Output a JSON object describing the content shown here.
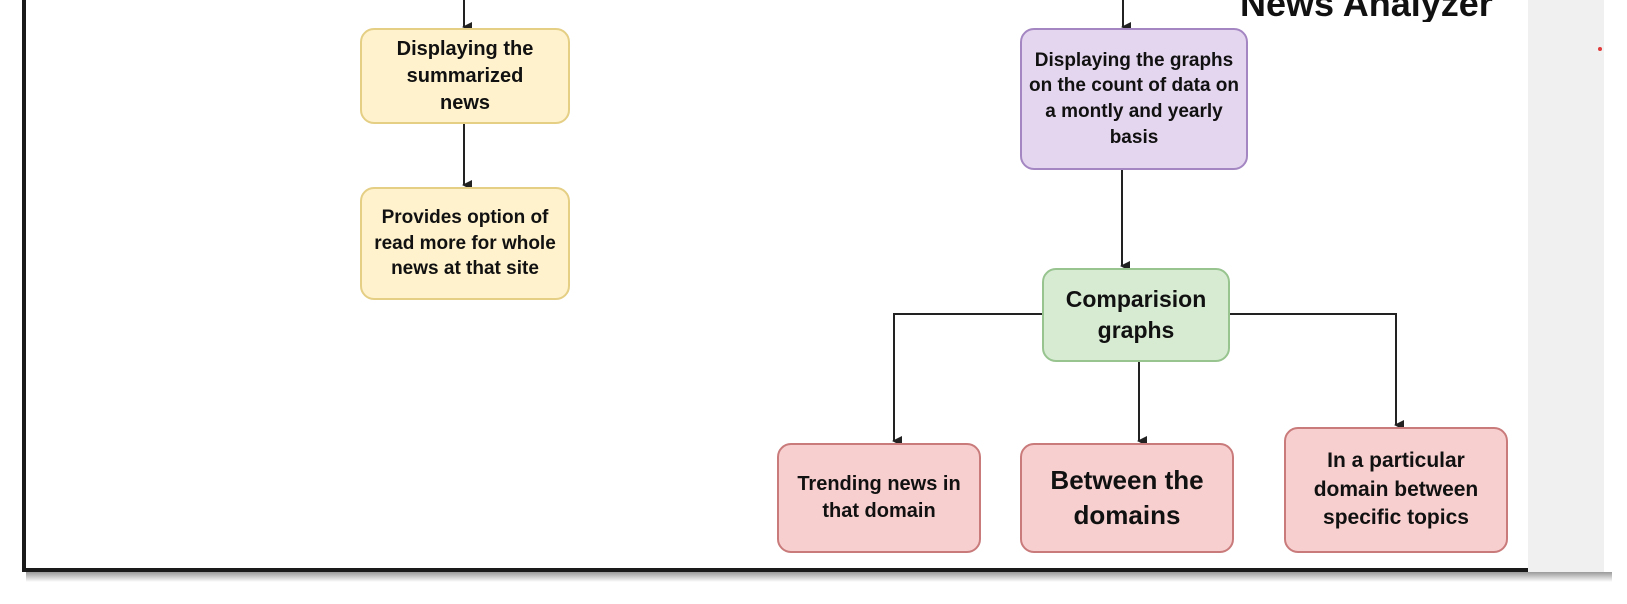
{
  "diagram": {
    "title_partial": "News Analyzer",
    "nodes": {
      "displaying_summarized": "Displaying the summarized news",
      "read_more": "Provides option of read more for whole news at that site",
      "displaying_graphs": "Displaying the graphs on the count of data on a montly and yearly basis",
      "comparision_graphs": "Comparision graphs",
      "trending_news": "Trending news in that domain",
      "between_domains": "Between the domains",
      "particular_domain": "In a particular domain between specific topics"
    }
  }
}
